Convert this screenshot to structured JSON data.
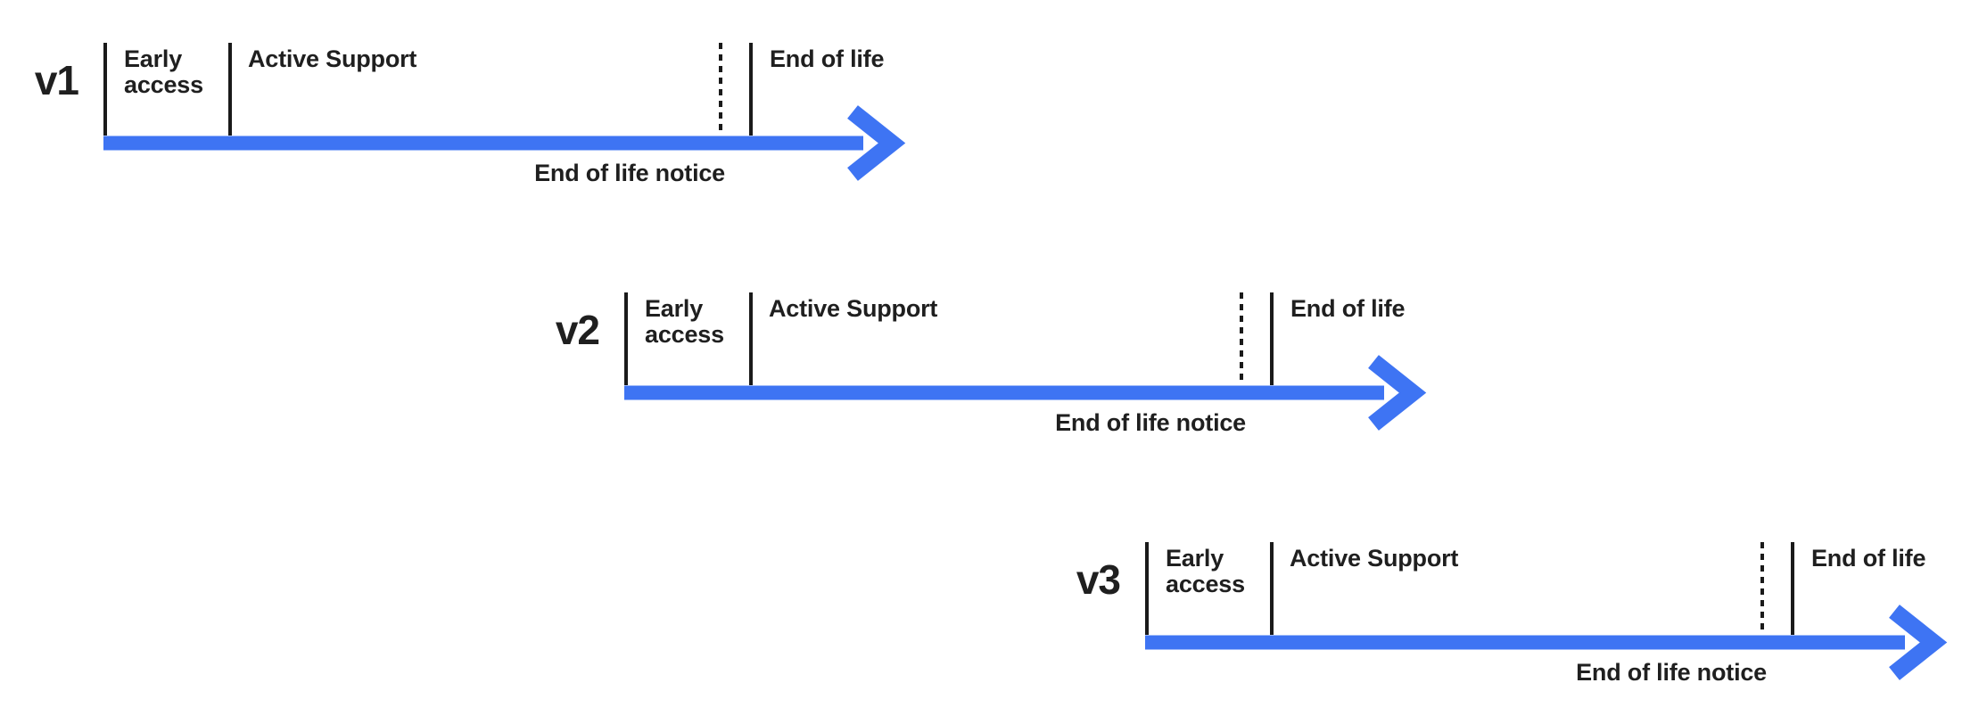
{
  "diagram": {
    "type": "version-lifecycle-timelines",
    "colors": {
      "background": "#ffffff",
      "arrow": "#3e74f3",
      "text": "#1f1f1f",
      "tick": "#1a1a1a"
    },
    "timelines": [
      {
        "version": "v1",
        "labels": {
          "early_access": "Early access",
          "active_support": "Active Support",
          "end_of_life": "End of life",
          "end_of_life_notice": "End of life notice"
        }
      },
      {
        "version": "v2",
        "labels": {
          "early_access": "Early access",
          "active_support": "Active Support",
          "end_of_life": "End of life",
          "end_of_life_notice": "End of life notice"
        }
      },
      {
        "version": "v3",
        "labels": {
          "early_access": "Early access",
          "active_support": "Active Support",
          "end_of_life": "End of life",
          "end_of_life_notice": "End of life notice"
        }
      }
    ]
  }
}
